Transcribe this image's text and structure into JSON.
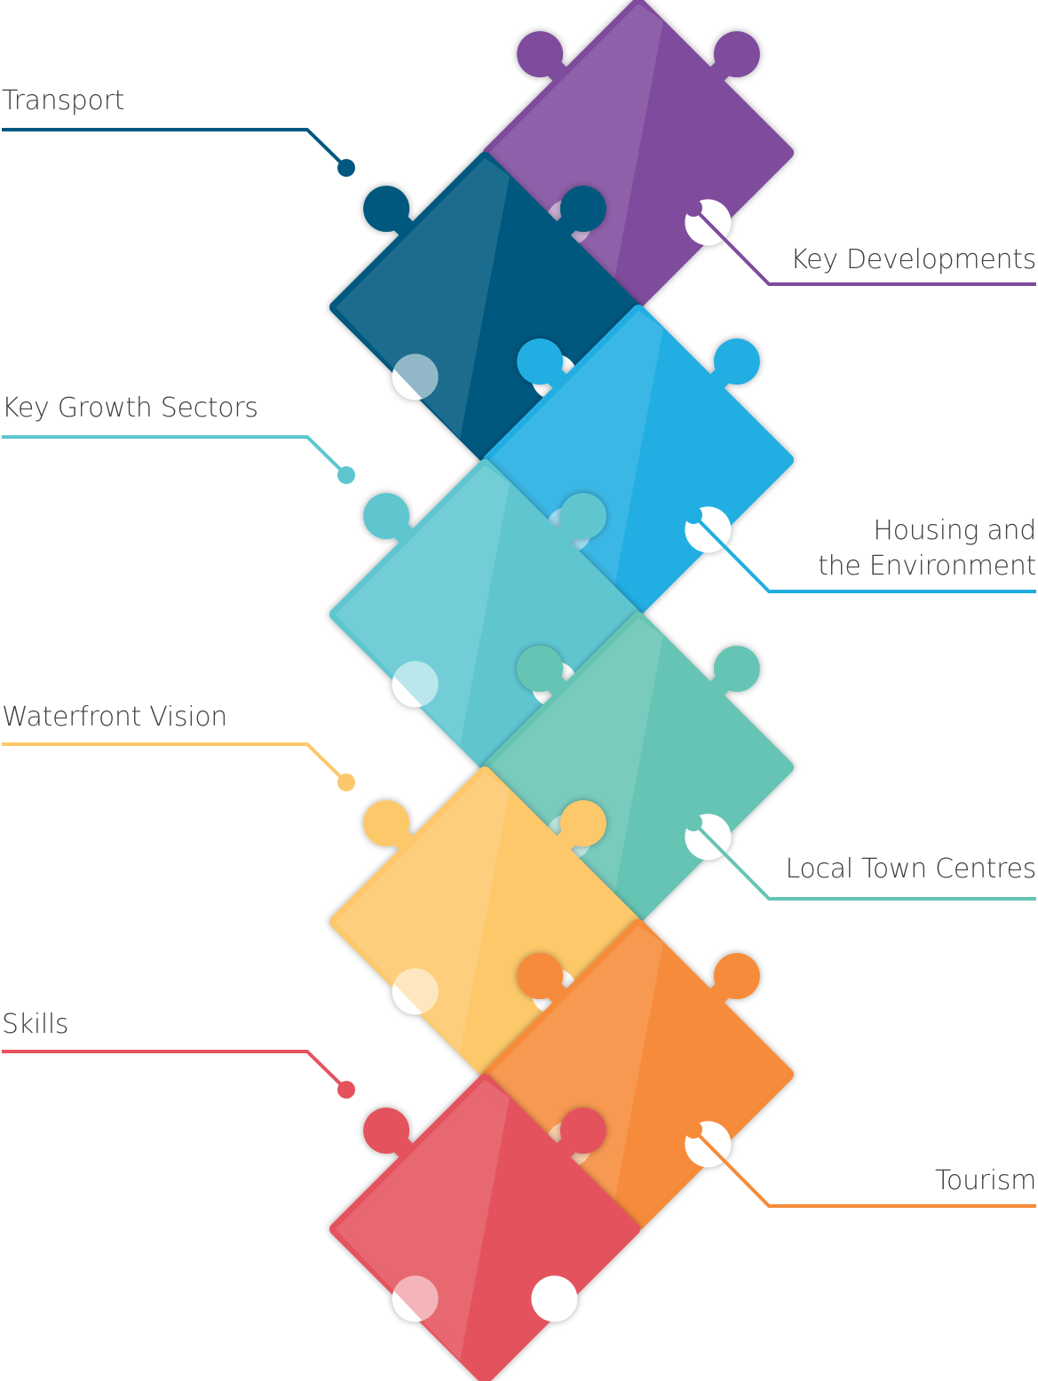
{
  "labels": {
    "transport": "Transport",
    "key_developments": "Key Developments",
    "key_growth_sectors": "Key Growth Sectors",
    "housing_line1": "Housing and",
    "housing_line2": "the Environment",
    "waterfront_vision": "Waterfront Vision",
    "local_town_centres": "Local Town Centres",
    "skills": "Skills",
    "tourism": "Tourism"
  },
  "colors": {
    "transport": "#00587f",
    "key_developments": "#7f4b9d",
    "key_growth_sectors": "#5fc6d0",
    "housing": "#20aee2",
    "waterfront_vision": "#fdc86b",
    "local_town_centres": "#66c4b4",
    "skills": "#e4525d",
    "tourism": "#f68b3a"
  },
  "pieces": [
    {
      "name": "key-developments",
      "color": "#7f4b9d"
    },
    {
      "name": "transport",
      "color": "#00587f"
    },
    {
      "name": "housing",
      "color": "#20aee2"
    },
    {
      "name": "key-growth-sectors",
      "color": "#5fc6d0"
    },
    {
      "name": "local-town-centres",
      "color": "#66c4b4"
    },
    {
      "name": "waterfront-vision",
      "color": "#fdc86b"
    },
    {
      "name": "tourism",
      "color": "#f68b3a"
    },
    {
      "name": "skills",
      "color": "#e4525d"
    }
  ]
}
